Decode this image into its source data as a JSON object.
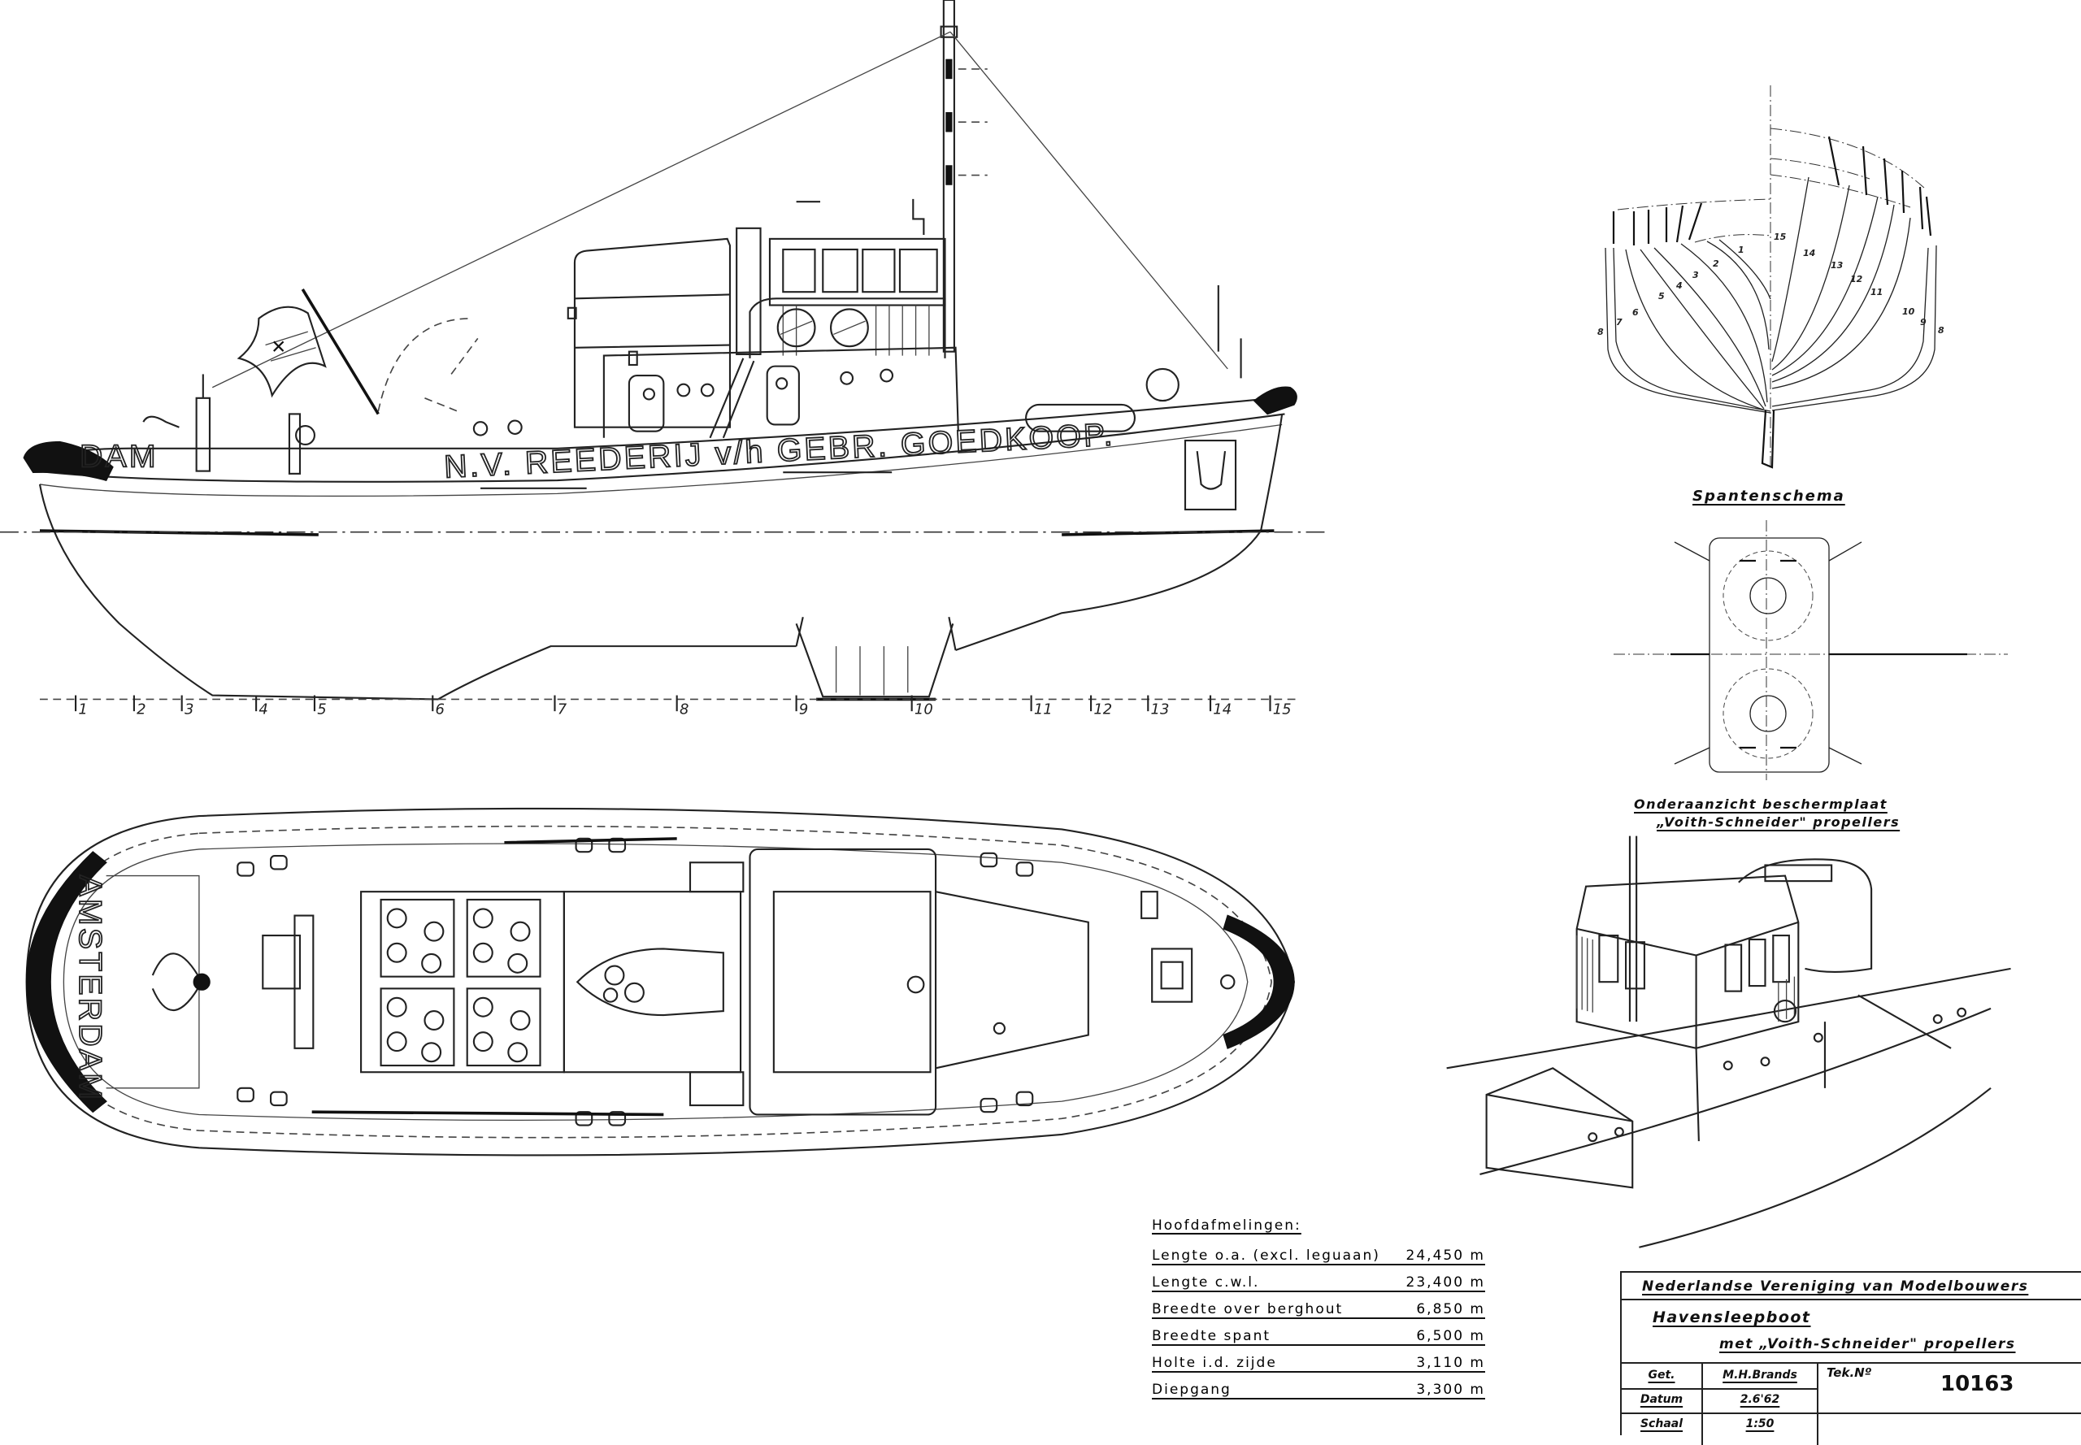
{
  "side_view": {
    "hull_lettering": "N.V. REEDERIJ v/h GEBR. GOEDKOOP.",
    "stern_name_fragment": "DAM",
    "stations": [
      "1",
      "2",
      "3",
      "4",
      "5",
      "6",
      "7",
      "8",
      "9",
      "10",
      "11",
      "12",
      "13",
      "14",
      "15"
    ]
  },
  "plan_view": {
    "stern_name": "AMSTERDAM"
  },
  "body_plan": {
    "caption": "Spantenschema",
    "left_frames": [
      "8",
      "7",
      "6",
      "5",
      "4",
      "3",
      "2",
      "1"
    ],
    "right_frames": [
      "15",
      "14",
      "13",
      "12",
      "11",
      "10",
      "9",
      "8"
    ]
  },
  "propeller_plate": {
    "caption_line1": "Onderaanzicht beschermplaat",
    "caption_line2": "„Voith-Schneider\" propellers"
  },
  "dimensions": {
    "title": "Hoofdafmelingen:",
    "rows": [
      {
        "label": "Lengte o.a. (excl. leguaan)",
        "value": "24,450 m"
      },
      {
        "label": "Lengte c.w.l.",
        "value": "23,400 m"
      },
      {
        "label": "Breedte over berghout",
        "value": "6,850 m"
      },
      {
        "label": "Breedte spant",
        "value": "6,500 m"
      },
      {
        "label": "Holte i.d. zijde",
        "value": "3,110 m"
      },
      {
        "label": "Diepgang",
        "value": "3,300 m"
      }
    ]
  },
  "title_block": {
    "organisation": "Nederlandse Vereniging van Modelbouwers",
    "vessel_type": "Havensleepboot",
    "vessel_subtitle": "met „Voith-Schneider\" propellers",
    "drawn_label": "Get.",
    "drawn_value": "M.H.Brands",
    "date_label": "Datum",
    "date_value": "2.6'62",
    "scale_label": "Schaal",
    "scale_value": "1:50",
    "drawing_no_label": "Tek.Nº",
    "drawing_no_value": "10163"
  }
}
